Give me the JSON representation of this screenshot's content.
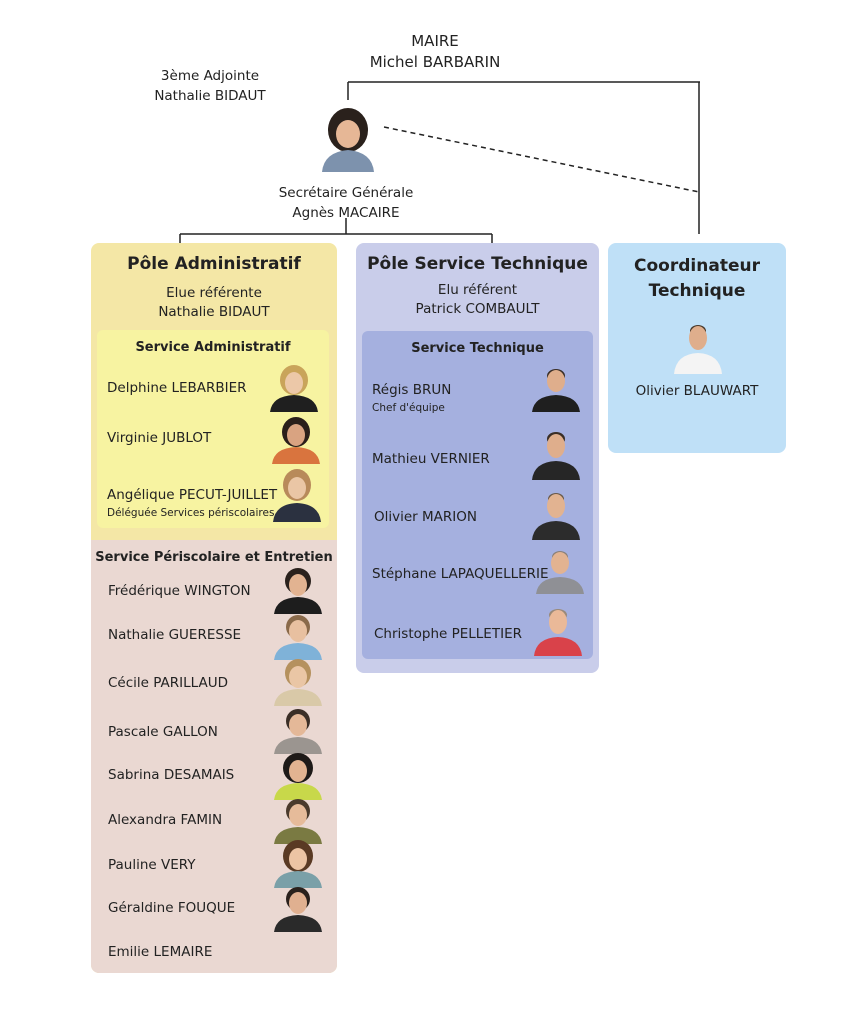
{
  "mayor": {
    "title": "MAIRE",
    "name": "Michel BARBARIN"
  },
  "deputy": {
    "title": "3ème Adjointe",
    "name": "Nathalie BIDAUT"
  },
  "secretary": {
    "title": "Secrétaire Générale",
    "name": "Agnès MACAIRE"
  },
  "poles": {
    "admin": {
      "title": "Pôle Administratif",
      "elu_label": "Elue référente",
      "elu_name": "Nathalie BIDAUT",
      "service_admin": {
        "title": "Service Administratif",
        "members": [
          {
            "name": "Delphine LEBARBIER",
            "role": ""
          },
          {
            "name": "Virginie  JUBLOT",
            "role": ""
          },
          {
            "name": "Angélique PECUT-JUILLET",
            "role": "Déléguée Services périscolaires"
          }
        ]
      },
      "service_peri": {
        "title": "Service Périscolaire et Entretien",
        "members": [
          {
            "name": "Frédérique WINGTON"
          },
          {
            "name": "Nathalie GUERESSE"
          },
          {
            "name": "Cécile PARILLAUD"
          },
          {
            "name": "Pascale GALLON"
          },
          {
            "name": "Sabrina DESAMAIS"
          },
          {
            "name": "Alexandra FAMIN"
          },
          {
            "name": "Pauline VERY"
          },
          {
            "name": "Géraldine FOUQUE"
          },
          {
            "name": "Emilie LEMAIRE"
          }
        ]
      }
    },
    "tech": {
      "title": "Pôle Service Technique",
      "elu_label": "Elu référent",
      "elu_name": "Patrick COMBAULT",
      "service": {
        "title": "Service Technique",
        "members": [
          {
            "name": "Régis BRUN",
            "role": "Chef d'équipe"
          },
          {
            "name": "Mathieu VERNIER",
            "role": ""
          },
          {
            "name": "Olivier MARION",
            "role": ""
          },
          {
            "name": "Stéphane LAPAQUELLERIE",
            "role": ""
          },
          {
            "name": "Christophe PELLETIER",
            "role": ""
          }
        ]
      }
    },
    "coord": {
      "title_line1": "Coordinateur",
      "title_line2": "Technique",
      "member": "Olivier BLAUWART"
    }
  },
  "colors": {
    "admin_panel": "#f4e7a6",
    "admin_service": "#f7f3a1",
    "peri_service": "#ead8d2",
    "tech_panel": "#c9cdea",
    "tech_service": "#a5b0df",
    "coord_panel": "#bfe0f7"
  }
}
